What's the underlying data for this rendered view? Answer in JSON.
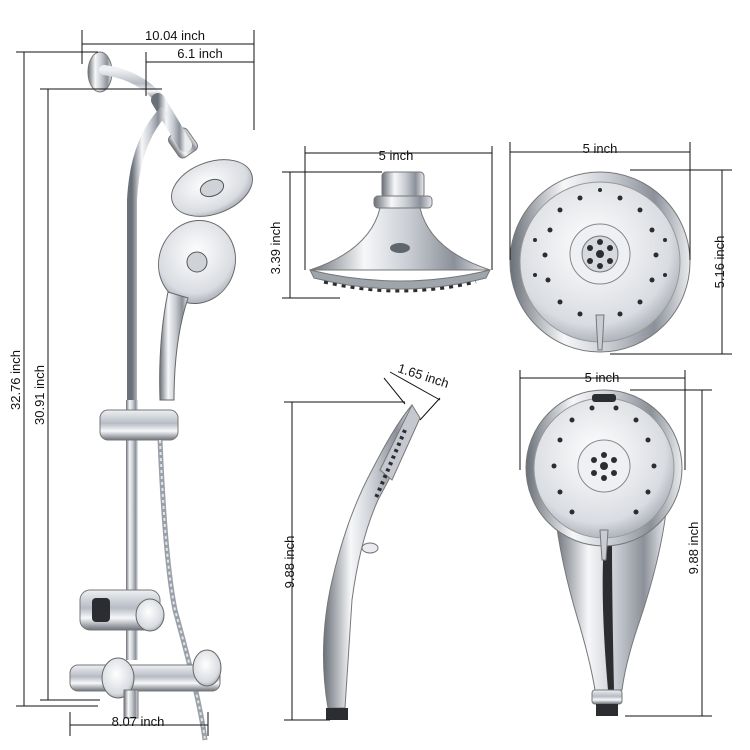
{
  "dimensions": {
    "overall_width": "10.04 inch",
    "arm_reach": "6.1 inch",
    "overall_height": "32.76 inch",
    "rail_height": "30.91 inch",
    "base_width": "8.07 inch",
    "fixed_head_diameter": "5 inch",
    "fixed_head_height": "3.39 inch",
    "fixed_face_width": "5 inch",
    "fixed_face_height": "5.16 inch",
    "handheld_thickness": "1.65 inch",
    "handheld_side_length": "9.88 inch",
    "handheld_front_width": "5 inch",
    "handheld_front_length": "9.88 inch"
  },
  "colors": {
    "chrome_light": "#f4f5f7",
    "chrome_mid": "#b9bec6",
    "chrome_dark": "#5d636b",
    "nozzle": "#2b2d31"
  }
}
